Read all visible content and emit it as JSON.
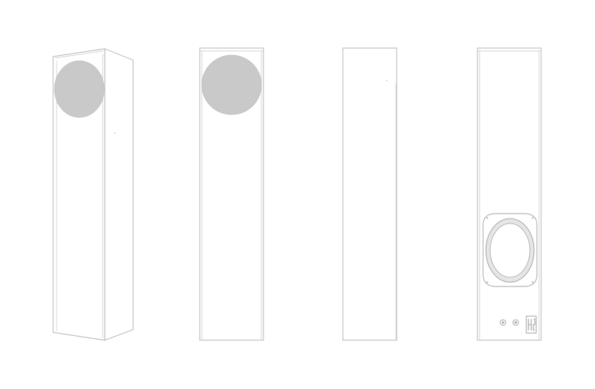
{
  "views": [
    {
      "id": "perspective",
      "icon": "speaker-perspective-icon"
    },
    {
      "id": "front",
      "icon": "speaker-front-icon"
    },
    {
      "id": "side",
      "icon": "speaker-side-icon"
    },
    {
      "id": "rear",
      "icon": "speaker-rear-icon"
    }
  ],
  "colors": {
    "outline": "#bdbdbd",
    "grille": "#c9c9c9",
    "background": "#ffffff"
  }
}
